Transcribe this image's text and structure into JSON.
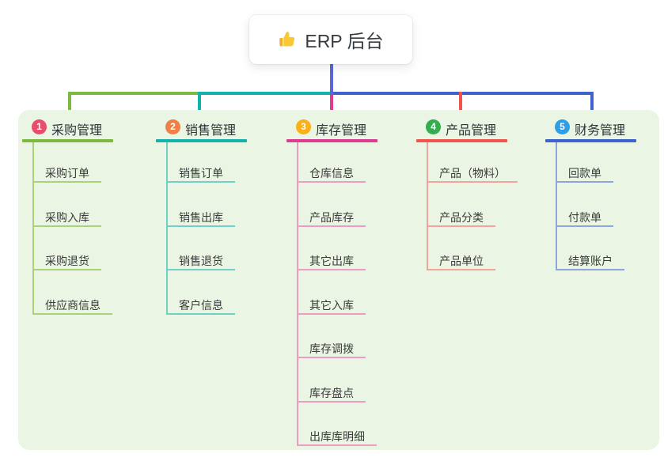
{
  "root": {
    "label": "ERP 后台",
    "icon": "thumbs-up-icon",
    "connector_color": "#5b67d8",
    "icon_color": "#fac835"
  },
  "panel": {
    "background": "#eaf6e3"
  },
  "branches": [
    {
      "num": "1",
      "label": "采购管理",
      "badge_color": "#ea4c6c",
      "line_color": "#7cb93e",
      "child_line_color": "#a8d37c",
      "children": [
        "采购订单",
        "采购入库",
        "采购退货",
        "供应商信息"
      ]
    },
    {
      "num": "2",
      "label": "销售管理",
      "badge_color": "#f08046",
      "line_color": "#13b3ab",
      "child_line_color": "#72cfc7",
      "children": [
        "销售订单",
        "销售出库",
        "销售退货",
        "客户信息"
      ]
    },
    {
      "num": "3",
      "label": "库存管理",
      "badge_color": "#fbaf18",
      "line_color": "#de3b92",
      "child_line_color": "#ef9cc5",
      "children": [
        "仓库信息",
        "产品库存",
        "其它出库",
        "其它入库",
        "库存调拨",
        "库存盘点",
        "出库库明细"
      ]
    },
    {
      "num": "4",
      "label": "产品管理",
      "badge_color": "#33ad4f",
      "line_color": "#f0544a",
      "child_line_color": "#f4a29b",
      "children": [
        "产品（物料）",
        "产品分类",
        "产品单位"
      ]
    },
    {
      "num": "5",
      "label": "财务管理",
      "badge_color": "#2d9fe9",
      "line_color": "#3e63cc",
      "child_line_color": "#8ea4dd",
      "children": [
        "回款单",
        "付款单",
        "结算账户"
      ]
    }
  ]
}
